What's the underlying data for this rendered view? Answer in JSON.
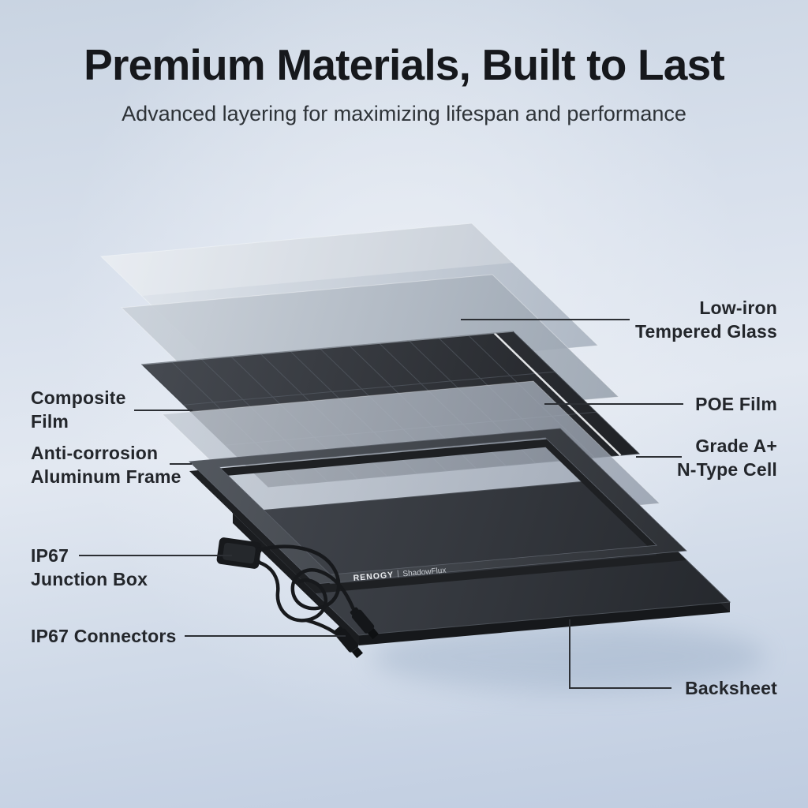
{
  "header": {
    "title": "Premium Materials, Built to Last",
    "subtitle": "Advanced layering for maximizing lifespan and performance"
  },
  "brand": {
    "name": "RENOGY",
    "product": "ShadowFlux"
  },
  "labels": {
    "tempered_glass": "Low-iron\nTempered Glass",
    "poe_film": "POE Film",
    "composite_film": "Composite\nFilm",
    "aluminum_frame": "Anti-corrosion\nAluminum Frame",
    "n_type_cell": "Grade A+\nN-Type Cell",
    "junction_box": "IP67\nJunction Box",
    "connectors": "IP67 Connectors",
    "backsheet": "Backsheet"
  },
  "colors": {
    "background_top": "#c9d4e2",
    "background_bottom": "#bfcce0",
    "panel_dark": "#26292e",
    "leader_line": "#2c2f34",
    "text_dark": "#16181c"
  }
}
